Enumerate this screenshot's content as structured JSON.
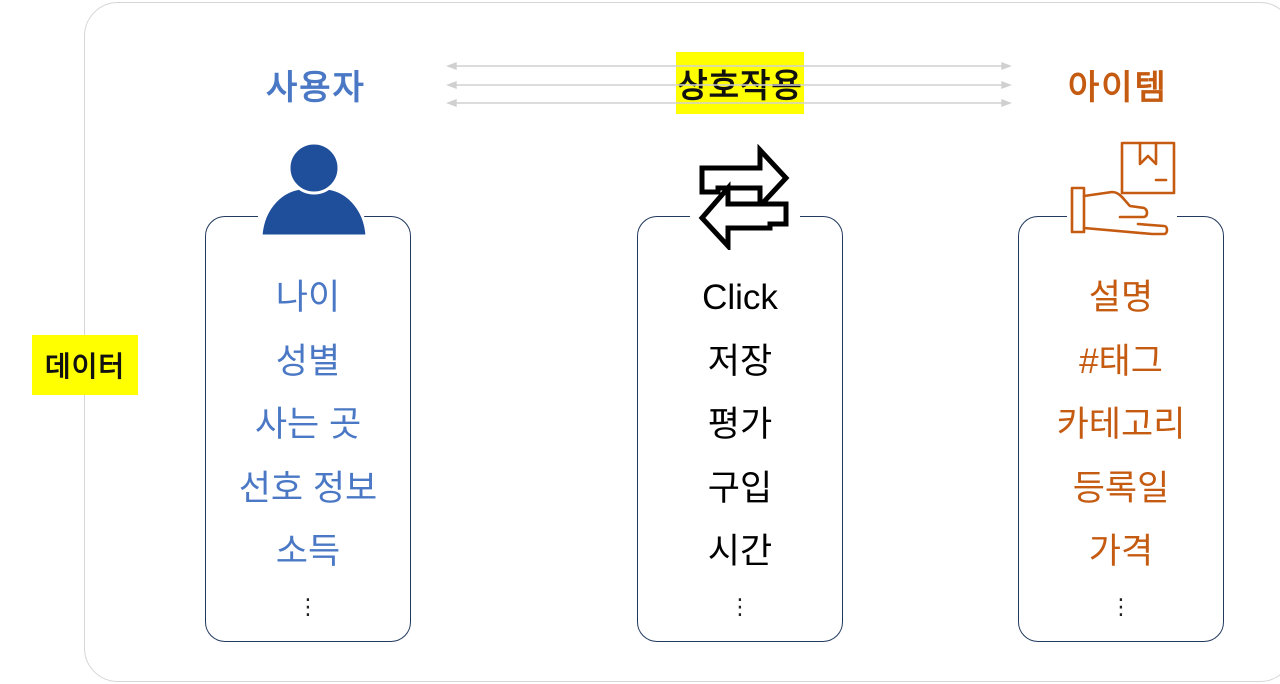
{
  "side_label": "데이터",
  "columns": {
    "user": {
      "title": "사용자",
      "items": [
        "나이",
        "성별",
        "사는 곳",
        "선호 정보",
        "소득"
      ],
      "ellipsis": "⋮",
      "icon": "person-icon",
      "color": "#4a78c5"
    },
    "interaction": {
      "title": "상호작용",
      "items": [
        "Click",
        "저장",
        "평가",
        "구입",
        "시간"
      ],
      "ellipsis": "⋮",
      "icon": "swap-arrows-icon",
      "color": "#000000"
    },
    "item": {
      "title": "아이템",
      "items": [
        "설명",
        "#태그",
        "카테고리",
        "등록일",
        "가격"
      ],
      "ellipsis": "⋮",
      "icon": "hand-box-icon",
      "color": "#c55a11"
    }
  },
  "colors": {
    "highlight": "#ffff00",
    "frame": "#d6d6d6",
    "box_border": "#223a5e"
  }
}
